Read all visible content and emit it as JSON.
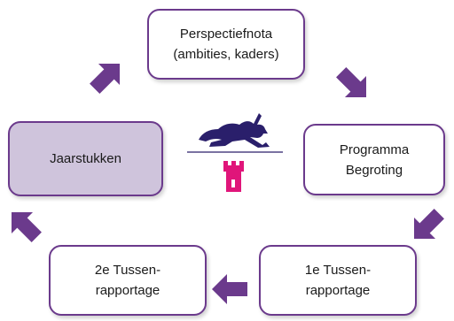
{
  "colors": {
    "box_border": "#6b3a8c",
    "arrow": "#6b3a8c",
    "highlight_fill": "#cfc4dc",
    "hare": "#2a1f6b",
    "tower": "#e0157a"
  },
  "icons": [
    "arrow-icon",
    "hare-icon",
    "castle-tower-icon"
  ],
  "diagram": {
    "nodes": [
      {
        "id": "perspectiefnota",
        "label": "Perspectiefnota\n(ambities, kaders)"
      },
      {
        "id": "programmabegroting",
        "label": "Programma\nBegroting"
      },
      {
        "id": "tussenrapportage1",
        "label": "1e Tussen-\nrapportage"
      },
      {
        "id": "tussenrapportage2",
        "label": "2e Tussen-\nrapportage"
      },
      {
        "id": "jaarstukken",
        "label": "Jaarstukken",
        "highlighted": true
      }
    ]
  }
}
